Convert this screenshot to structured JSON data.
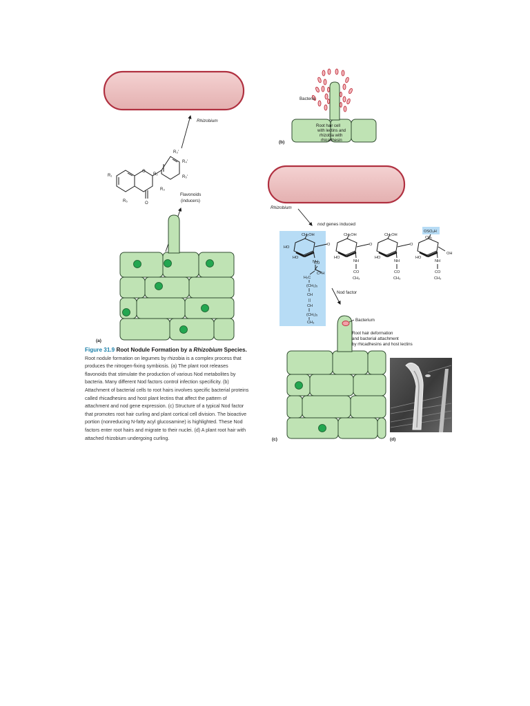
{
  "panel_a": {
    "bacterium_label": "Rhizobium",
    "flavonoids_label": "Flavonoids",
    "inducers_label": "(inducers)",
    "substituents": [
      "R₁",
      "R₂",
      "R₃",
      "R₄",
      "R₅",
      "R₃'",
      "R₄'",
      "R₅'"
    ],
    "carbonyl": "O",
    "ring_oxygen": "O",
    "panel_label": "(a)"
  },
  "panel_b": {
    "bacteria_label": "Bacteria",
    "root_hair_label": [
      "Root hair cell",
      "with lectins and",
      "rhizobia with",
      "rhicadhesin"
    ],
    "panel_label": "(b)"
  },
  "panel_c": {
    "bacterium_label": "Rhizobium",
    "nod_induced_italic": "nod",
    "nod_induced_rest": " genes induced",
    "sugars": {
      "ch2oh": "CH₂OH",
      "oso3h": "OSO₃H",
      "ch2": "CH₂",
      "ho": "HO",
      "oh": "OH",
      "nh": "NH",
      "co": "CO",
      "ch3": "CH₃",
      "o": "O"
    },
    "fatty_chain": [
      "CO",
      "C=H",
      "H₂C",
      "(CH₂)₅",
      "CH",
      "||",
      "CH",
      "(CH₂)₅",
      "CH₃"
    ],
    "nod_factor_label": "Nod factor",
    "bacterium_small_label": "Bacterium",
    "deformation_label": [
      "Root hair deformation",
      "and bacterial attachment",
      "by rhicadhesins and host lectins"
    ],
    "panel_label": "(c)"
  },
  "panel_d": {
    "panel_label": "(d)"
  },
  "caption": {
    "figure_number": "Figure 31.9",
    "title_part1": "Root Nodule Formation by a ",
    "title_italic": "Rhizobium",
    "title_part2": " Species.",
    "body": "Root nodule formation on legumes by rhizobia is a complex process that produces the nitrogen-fixing symbiosis. (a) The plant root releases flavonoids that stimulate the production of various Nod metabolites by bacteria. Many different Nod factors control infection specificity. (b) Attachment of bacterial cells to root hairs involves specific bacterial proteins called rhicadhesins and host plant lectins that affect the pattern of attachment and nod gene expression. (c) Structure of a typical Nod factor that promotes root hair curling and plant cortical cell division. The bioactive portion (nonreducing N-fatty acyl glucosamine) is highlighted. These Nod factors enter root hairs and migrate to their nuclei. (d) A plant root hair with attached rhizobium undergoing curling."
  },
  "colors": {
    "bacterium_fill": "#ecc0c0",
    "bacterium_stroke": "#b03040",
    "cell_fill": "#bfe3b4",
    "cell_stroke": "#2f4b2f",
    "nucleus": "#23a650",
    "highlight": "#b7dcf5",
    "caption_accent": "#1b7fa8"
  }
}
